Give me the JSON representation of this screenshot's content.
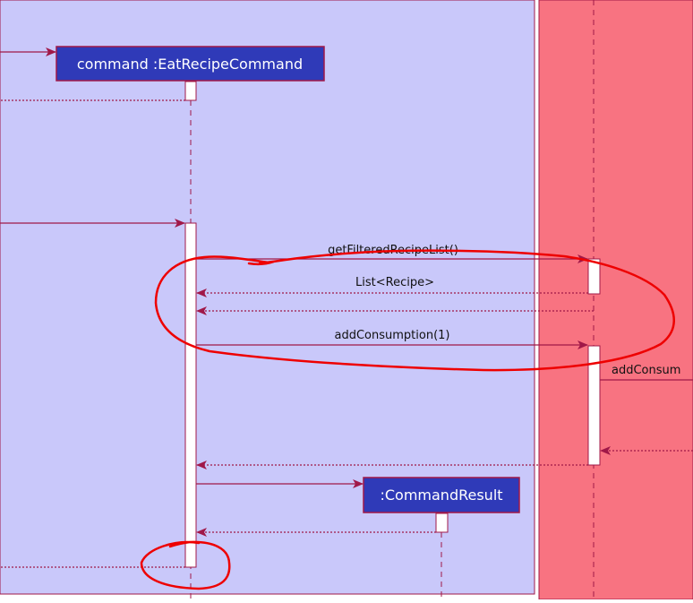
{
  "diagram": {
    "participants": {
      "command": {
        "label": "command :EatRecipeCommand"
      },
      "result": {
        "label": ":CommandResult"
      }
    },
    "messages": {
      "get_filtered": "getFilteredRecipeList()",
      "list_return": "List<Recipe>",
      "add_consumption": "addConsumption(1)",
      "add_consumption_next": "addConsum"
    }
  },
  "colors": {
    "logic_region": "#c9c8fa",
    "model_region": "#f87381",
    "arrow": "#a01848",
    "box_fill": "#2f3ab8",
    "annotation": "#ee0000"
  }
}
